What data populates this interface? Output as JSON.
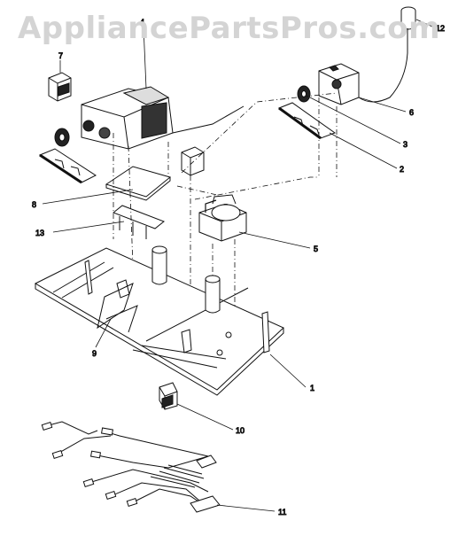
{
  "watermark": "AppliancePartsPros.com",
  "callouts": [
    {
      "id": "12",
      "label": "12"
    },
    {
      "id": "7",
      "label": "7"
    },
    {
      "id": "4",
      "label": "4"
    },
    {
      "id": "6",
      "label": "6"
    },
    {
      "id": "3",
      "label": "3"
    },
    {
      "id": "2",
      "label": "2"
    },
    {
      "id": "8",
      "label": "8"
    },
    {
      "id": "13",
      "label": "13"
    },
    {
      "id": "5",
      "label": "5"
    },
    {
      "id": "9",
      "label": "9"
    },
    {
      "id": "1",
      "label": "1"
    },
    {
      "id": "10",
      "label": "10"
    },
    {
      "id": "11",
      "label": "11"
    }
  ]
}
